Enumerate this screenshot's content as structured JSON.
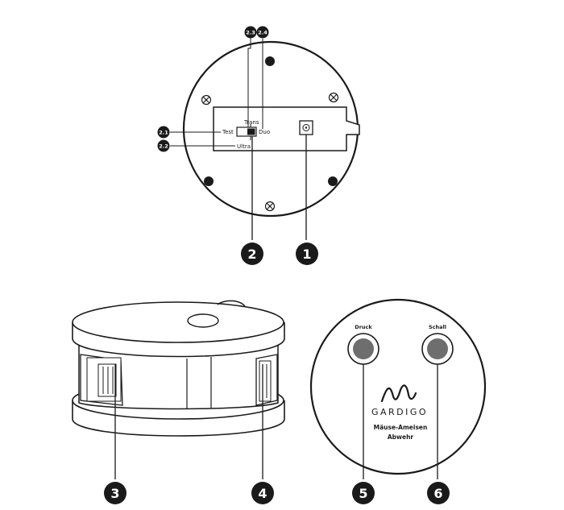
{
  "top_view": {
    "switch_labels": {
      "test": "Test",
      "trans": "Trans",
      "duo": "Duo",
      "ultra": "Ultra"
    },
    "small_badges": [
      "2.1",
      "2.2",
      "2.3",
      "2.4"
    ],
    "callouts": [
      "2",
      "1"
    ]
  },
  "side_view": {
    "callouts": [
      "3",
      "4"
    ]
  },
  "panel_view": {
    "button_left_label": "Druck",
    "button_right_label": "Schall",
    "brand_name": "GARDIGO",
    "product_line1": "Mäuse-Ameisen",
    "product_line2": "Abwehr",
    "callouts": [
      "5",
      "6"
    ]
  }
}
